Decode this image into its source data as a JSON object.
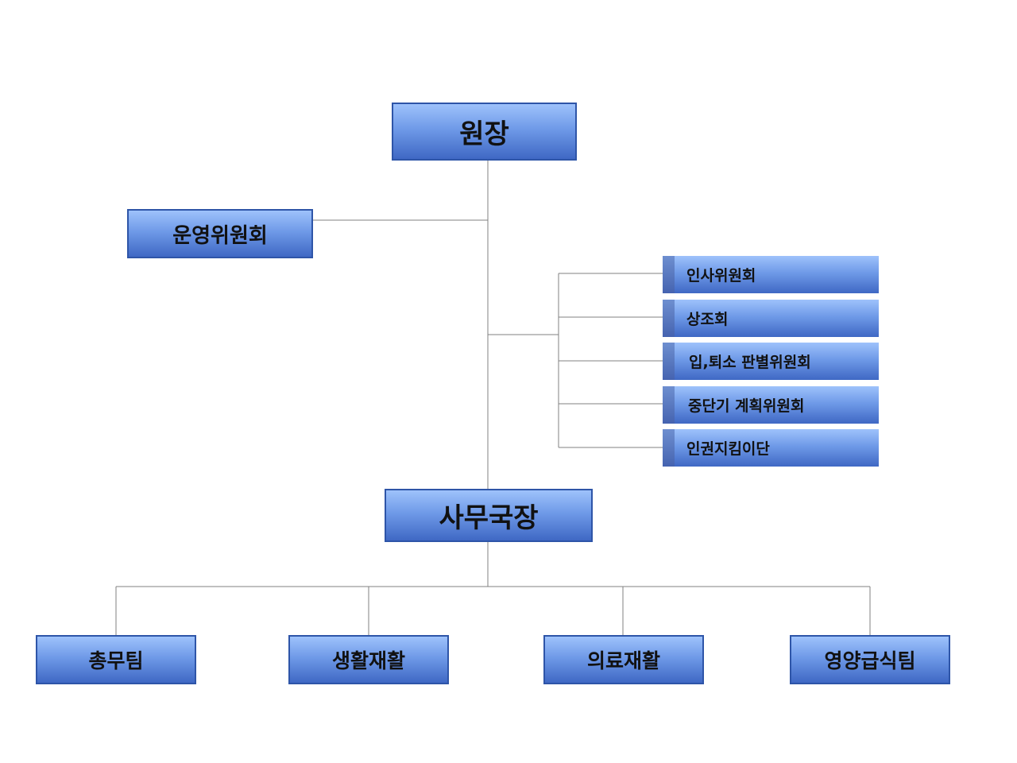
{
  "org_chart": {
    "director": "원장",
    "steering_committee": "운영위원회",
    "committees": [
      "인사위원회",
      "상조회",
      "입,퇴소 판별위원회",
      "중단기 계획위원회",
      "인권지킴이단"
    ],
    "secretary_general": "사무국장",
    "teams": [
      "총무팀",
      "생활재활",
      "의료재활",
      "영양급식팀"
    ]
  },
  "colors": {
    "box_top": "#9ec2fb",
    "box_bottom": "#3f68c4",
    "box_border": "#2e55a8",
    "connector": "#808080"
  }
}
